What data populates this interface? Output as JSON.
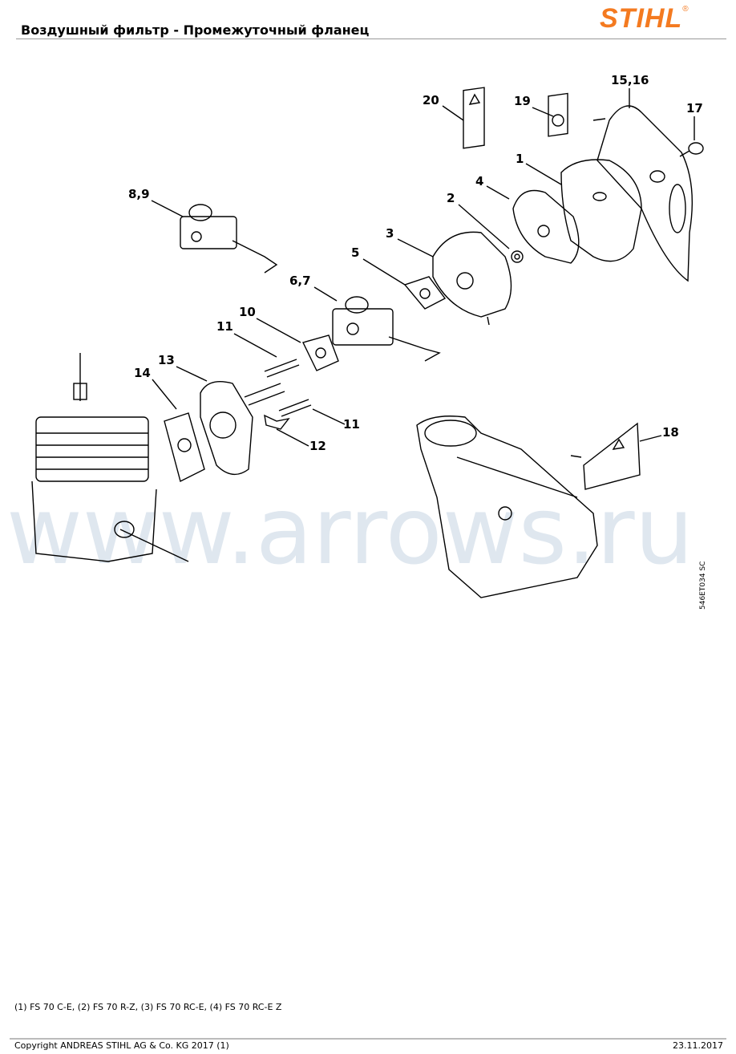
{
  "header": {
    "title": "Воздушный фильтр - Промежуточный фланец",
    "brand": "STIHL",
    "registered": "®"
  },
  "diagram": {
    "watermark": "www.arrows.ru",
    "drawing_code": "546ET034 SC",
    "callouts": [
      "20",
      "19",
      "15,16",
      "17",
      "1",
      "4",
      "2",
      "3",
      "5",
      "8,9",
      "6,7",
      "10",
      "11",
      "13",
      "14",
      "11",
      "12",
      "18"
    ]
  },
  "footer": {
    "models_note": "(1) FS 70 C-E, (2) FS 70 R-Z, (3) FS 70 RC-E, (4) FS 70 RC-E Z",
    "copyright": "Copyright ANDREAS STIHL AG & Co. KG 2017 (1)",
    "date": "23.11.2017"
  }
}
